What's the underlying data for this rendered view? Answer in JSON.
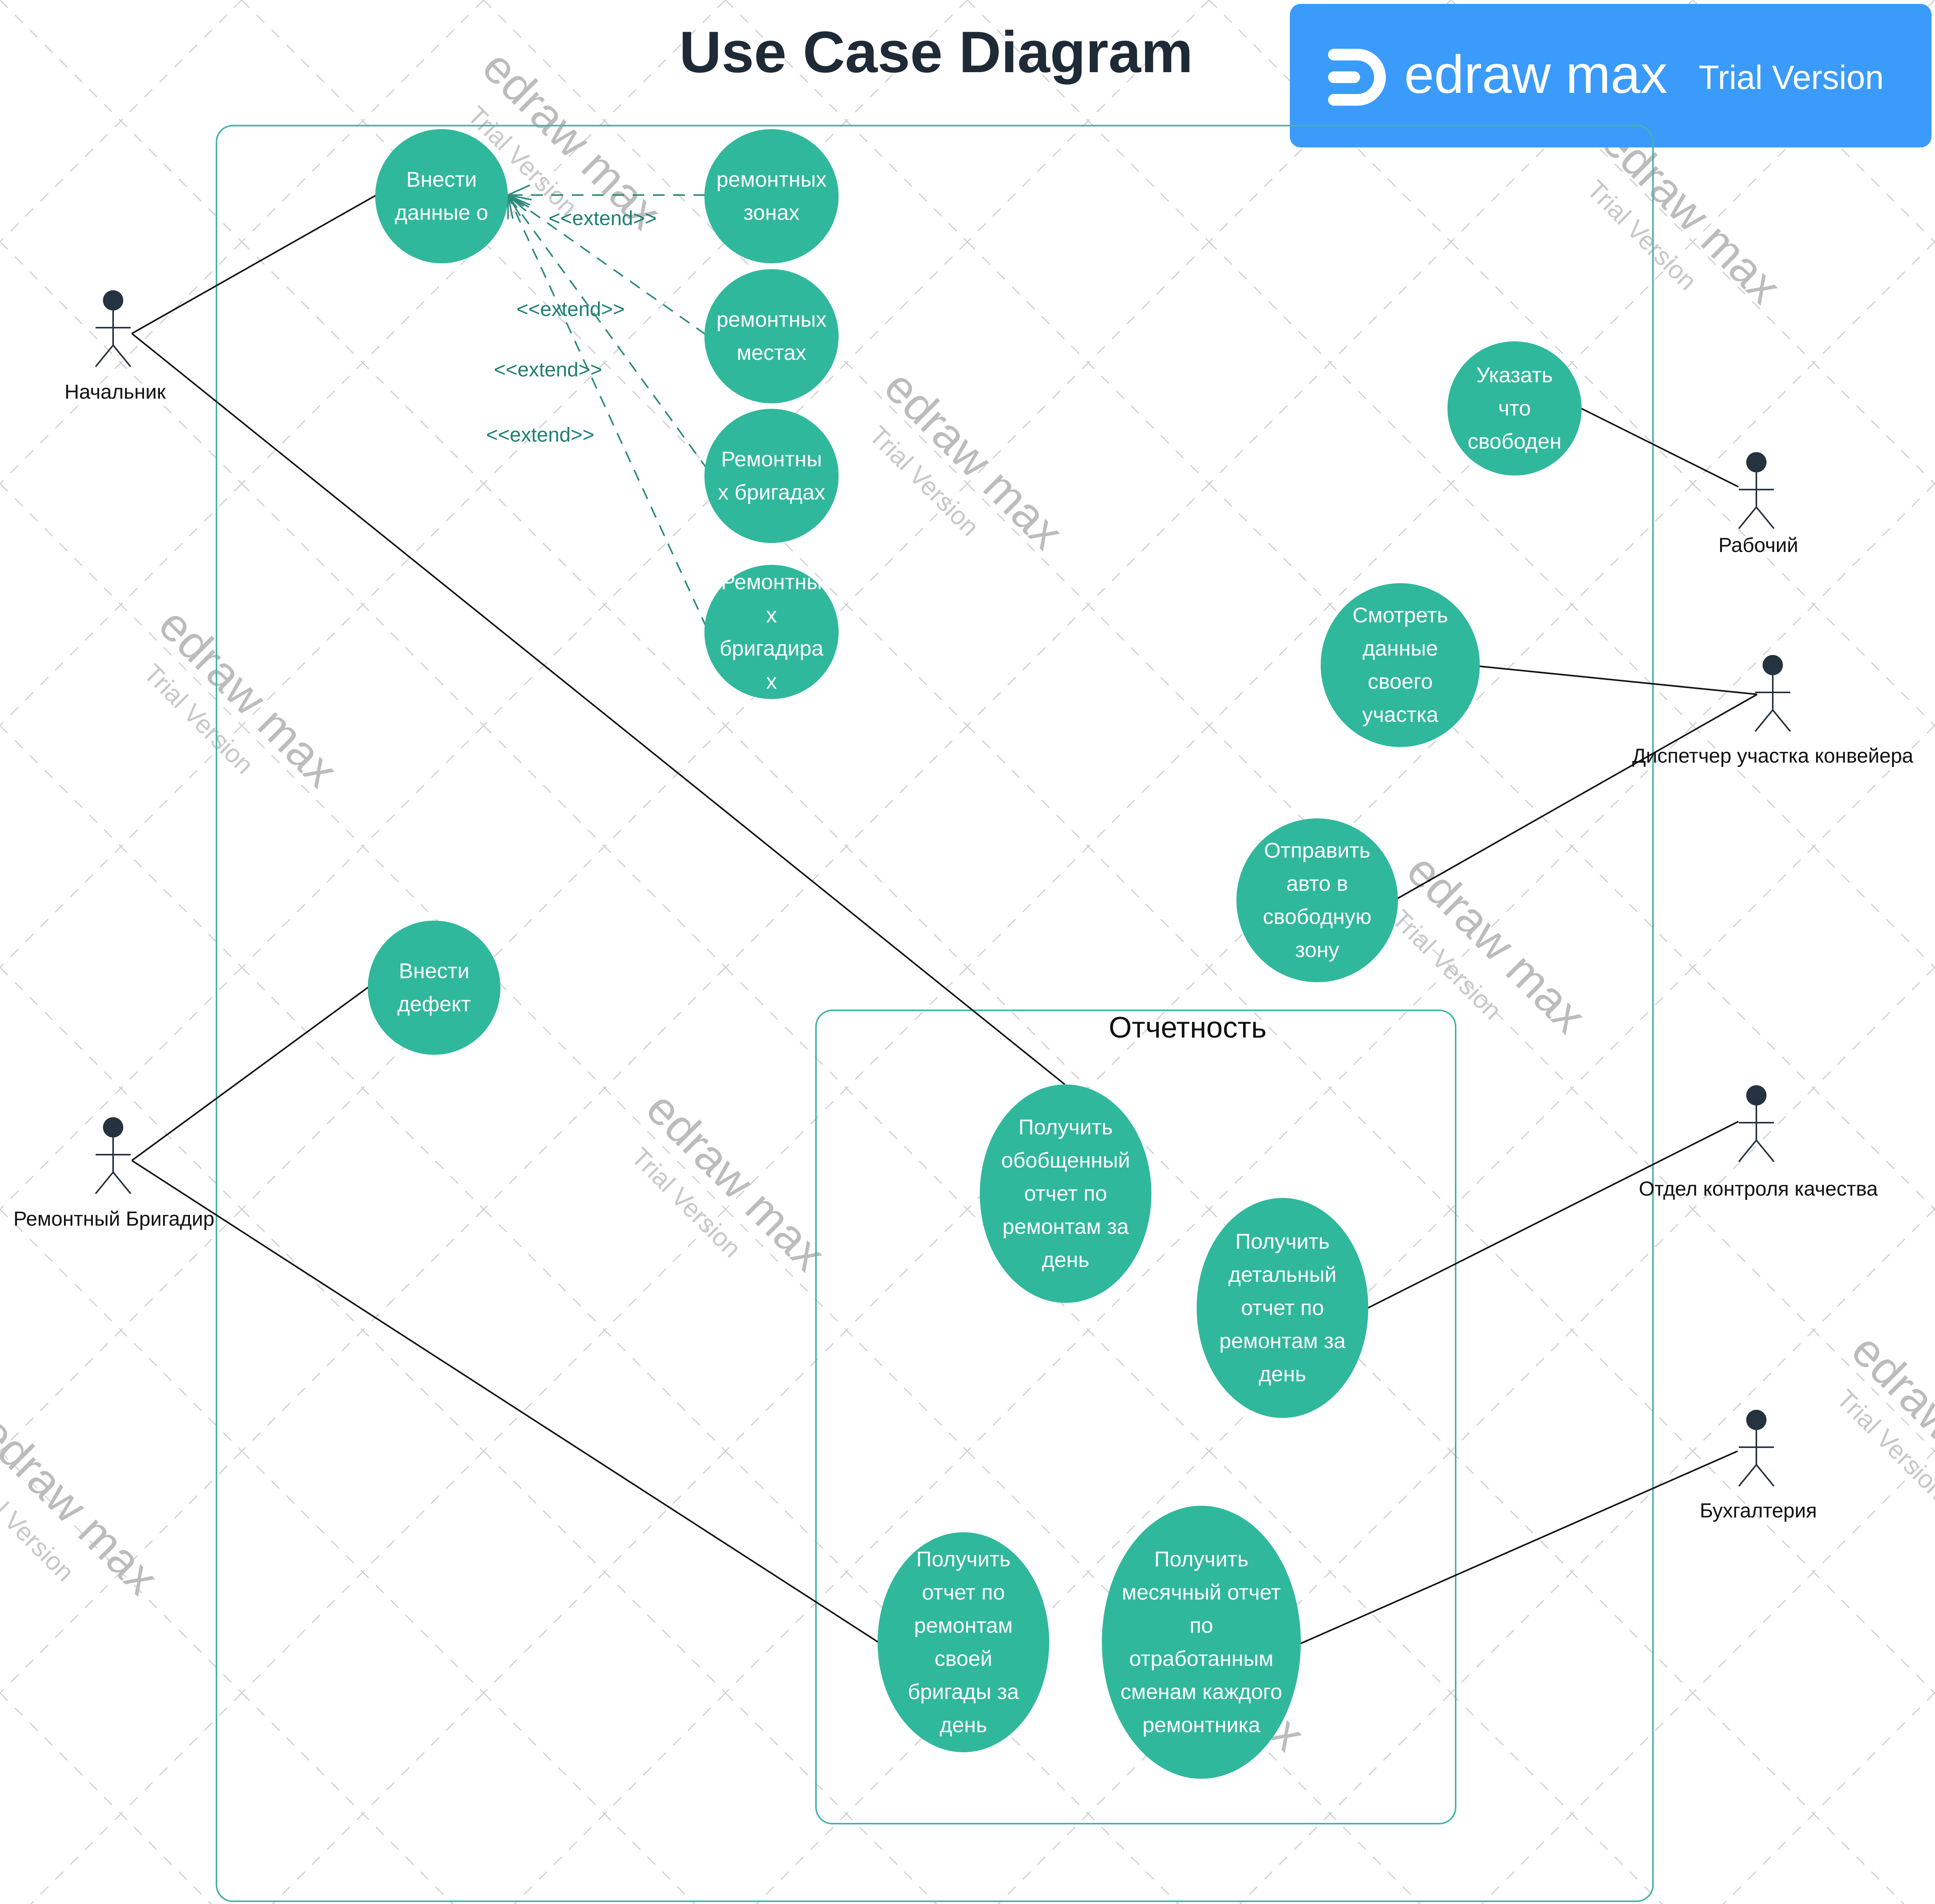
{
  "title": "Use Case Diagram",
  "package": {
    "label": "Отчетность"
  },
  "badge": {
    "brand": "edraw max",
    "version": "Trial Version"
  },
  "watermark": {
    "brand": "edraw max",
    "version": "Trial Version"
  },
  "colors": {
    "use_case_fill": "#30b89c",
    "frame_stroke": "#43b5a6",
    "extend_line": "#2c8a7c",
    "association_line": "#111111",
    "actor": "#25323f",
    "badge_bg": "#3a9bfb",
    "title": "#1e2a36"
  },
  "actors": [
    {
      "id": "nachalnik",
      "label": "Начальник"
    },
    {
      "id": "rabochiy",
      "label": "Рабочий"
    },
    {
      "id": "dispetcher",
      "label": "Диспетчер участка конвейера"
    },
    {
      "id": "brigadir",
      "label": "Ремонтный Бригадир"
    },
    {
      "id": "okk",
      "label": "Отдел контроля качества"
    },
    {
      "id": "buh",
      "label": "Бухгалтерия"
    }
  ],
  "use_cases": [
    {
      "id": "vnesti_dannye",
      "lines": [
        "Внести",
        "данные о"
      ]
    },
    {
      "id": "zonah",
      "lines": [
        "ремонтных",
        "зонах"
      ]
    },
    {
      "id": "mestah",
      "lines": [
        "ремонтных",
        "местах"
      ]
    },
    {
      "id": "brigadah",
      "lines": [
        "Ремонтны",
        "х бригадах"
      ]
    },
    {
      "id": "brigadirah",
      "lines": [
        "Ремонтны",
        "х",
        "бригадира",
        "х"
      ]
    },
    {
      "id": "ukazat",
      "lines": [
        "Указать",
        "что",
        "свободен"
      ]
    },
    {
      "id": "smotret",
      "lines": [
        "Смотреть",
        "данные",
        "своего",
        "участка"
      ]
    },
    {
      "id": "otpravit",
      "lines": [
        "Отправить",
        "авто в",
        "свободную",
        "зону"
      ]
    },
    {
      "id": "vnesti_defekt",
      "lines": [
        "Внести",
        "дефект"
      ]
    },
    {
      "id": "obobshenny",
      "lines": [
        "Получить",
        "обобщенный",
        "отчет по",
        "ремонтам за",
        "день"
      ]
    },
    {
      "id": "detalny",
      "lines": [
        "Получить",
        "детальный",
        "отчет по",
        "ремонтам за",
        "день"
      ]
    },
    {
      "id": "otchet_brigady",
      "lines": [
        "Получить",
        "отчет по",
        "ремонтам",
        "своей",
        "бригады за",
        "день"
      ]
    },
    {
      "id": "mesyachny",
      "lines": [
        "Получить",
        "месячный отчет",
        "по",
        "отработанным",
        "сменам каждого",
        "ремонтника"
      ]
    }
  ],
  "extends": [
    {
      "from": "zonah",
      "to": "vnesti_dannye",
      "label": "<<extend>>"
    },
    {
      "from": "mestah",
      "to": "vnesti_dannye",
      "label": "<<extend>>"
    },
    {
      "from": "brigadah",
      "to": "vnesti_dannye",
      "label": "<<extend>>"
    },
    {
      "from": "brigadirah",
      "to": "vnesti_dannye",
      "label": "<<extend>>"
    }
  ],
  "associations": [
    {
      "actor": "nachalnik",
      "use_case": "vnesti_dannye"
    },
    {
      "actor": "nachalnik",
      "use_case": "obobshenny"
    },
    {
      "actor": "rabochiy",
      "use_case": "ukazat"
    },
    {
      "actor": "dispetcher",
      "use_case": "smotret"
    },
    {
      "actor": "dispetcher",
      "use_case": "otpravit"
    },
    {
      "actor": "brigadir",
      "use_case": "vnesti_defekt"
    },
    {
      "actor": "brigadir",
      "use_case": "otchet_brigady"
    },
    {
      "actor": "okk",
      "use_case": "detalny"
    },
    {
      "actor": "buh",
      "use_case": "mesyachny"
    }
  ]
}
